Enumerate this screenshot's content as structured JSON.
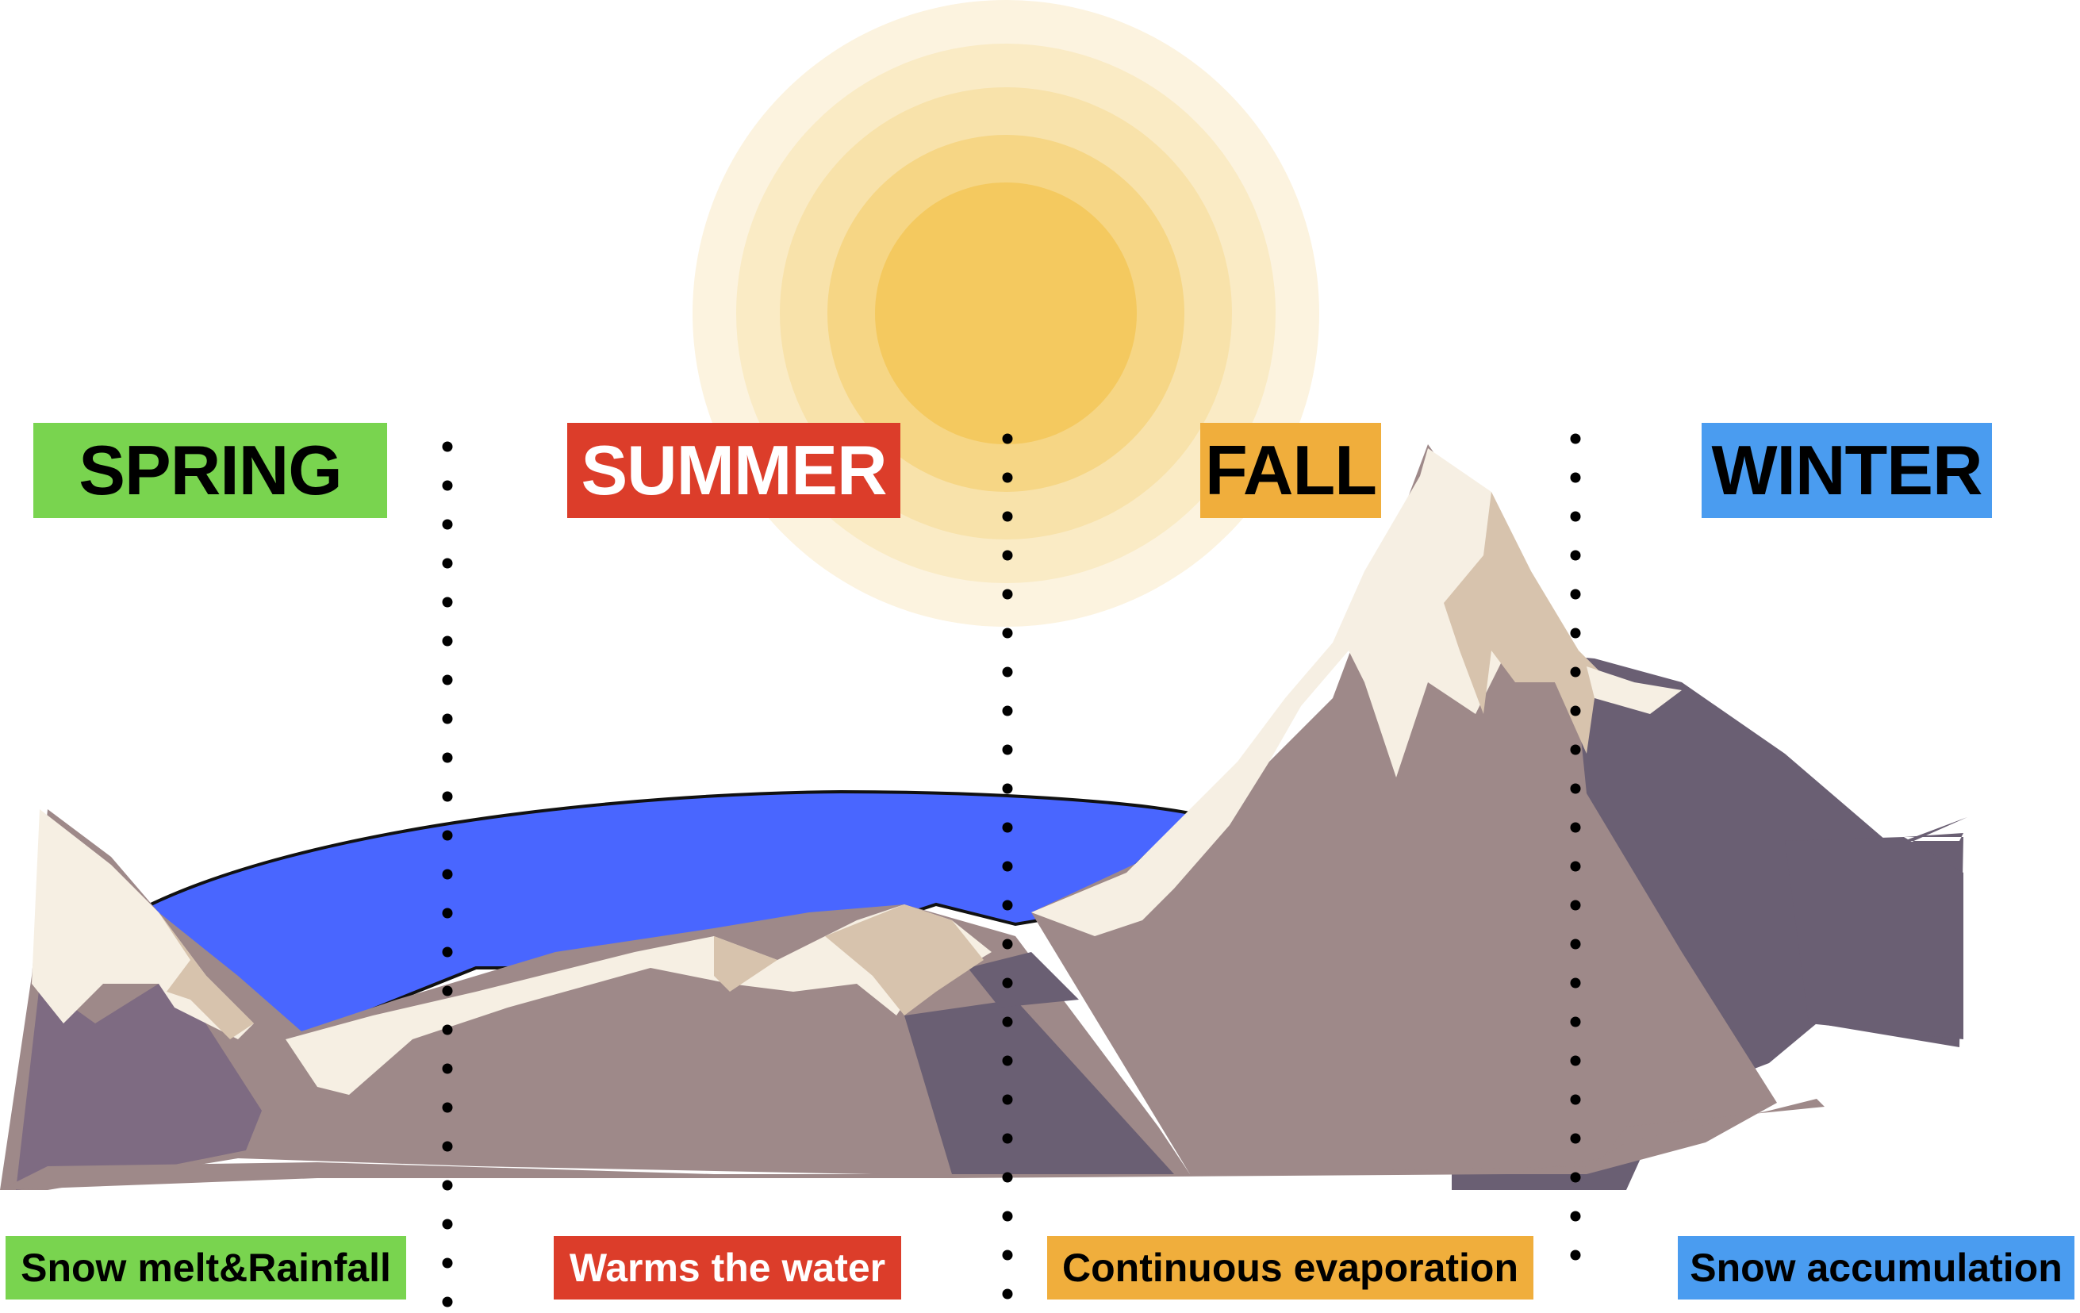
{
  "seasons": [
    {
      "label": "SPRING",
      "caption": "Snow melt&Rainfall",
      "color": "#79d44f",
      "label_text_color": "#000000",
      "caption_text_color": "#000000"
    },
    {
      "label": "SUMMER",
      "caption": "Warms the water",
      "color": "#dc3d2a",
      "label_text_color": "#ffffff",
      "caption_text_color": "#ffffff"
    },
    {
      "label": "FALL",
      "caption": "Continuous evaporation",
      "color": "#f0ae3c",
      "label_text_color": "#000000",
      "caption_text_color": "#000000"
    },
    {
      "label": "WINTER",
      "caption": "Snow accumulation",
      "color": "#4a9cf0",
      "label_text_color": "#000000",
      "caption_text_color": "#000000"
    }
  ],
  "colors": {
    "lake": "#4966ff",
    "sun_core": "#f4c95f",
    "sun_glow": "#f8e2aa",
    "mountain_mid": "#9e8989",
    "mountain_dark": "#6a5f73",
    "mountain_purple": "#7e6b82",
    "snow": "#f6efe3",
    "snow_shadow": "#d7c3ad"
  }
}
